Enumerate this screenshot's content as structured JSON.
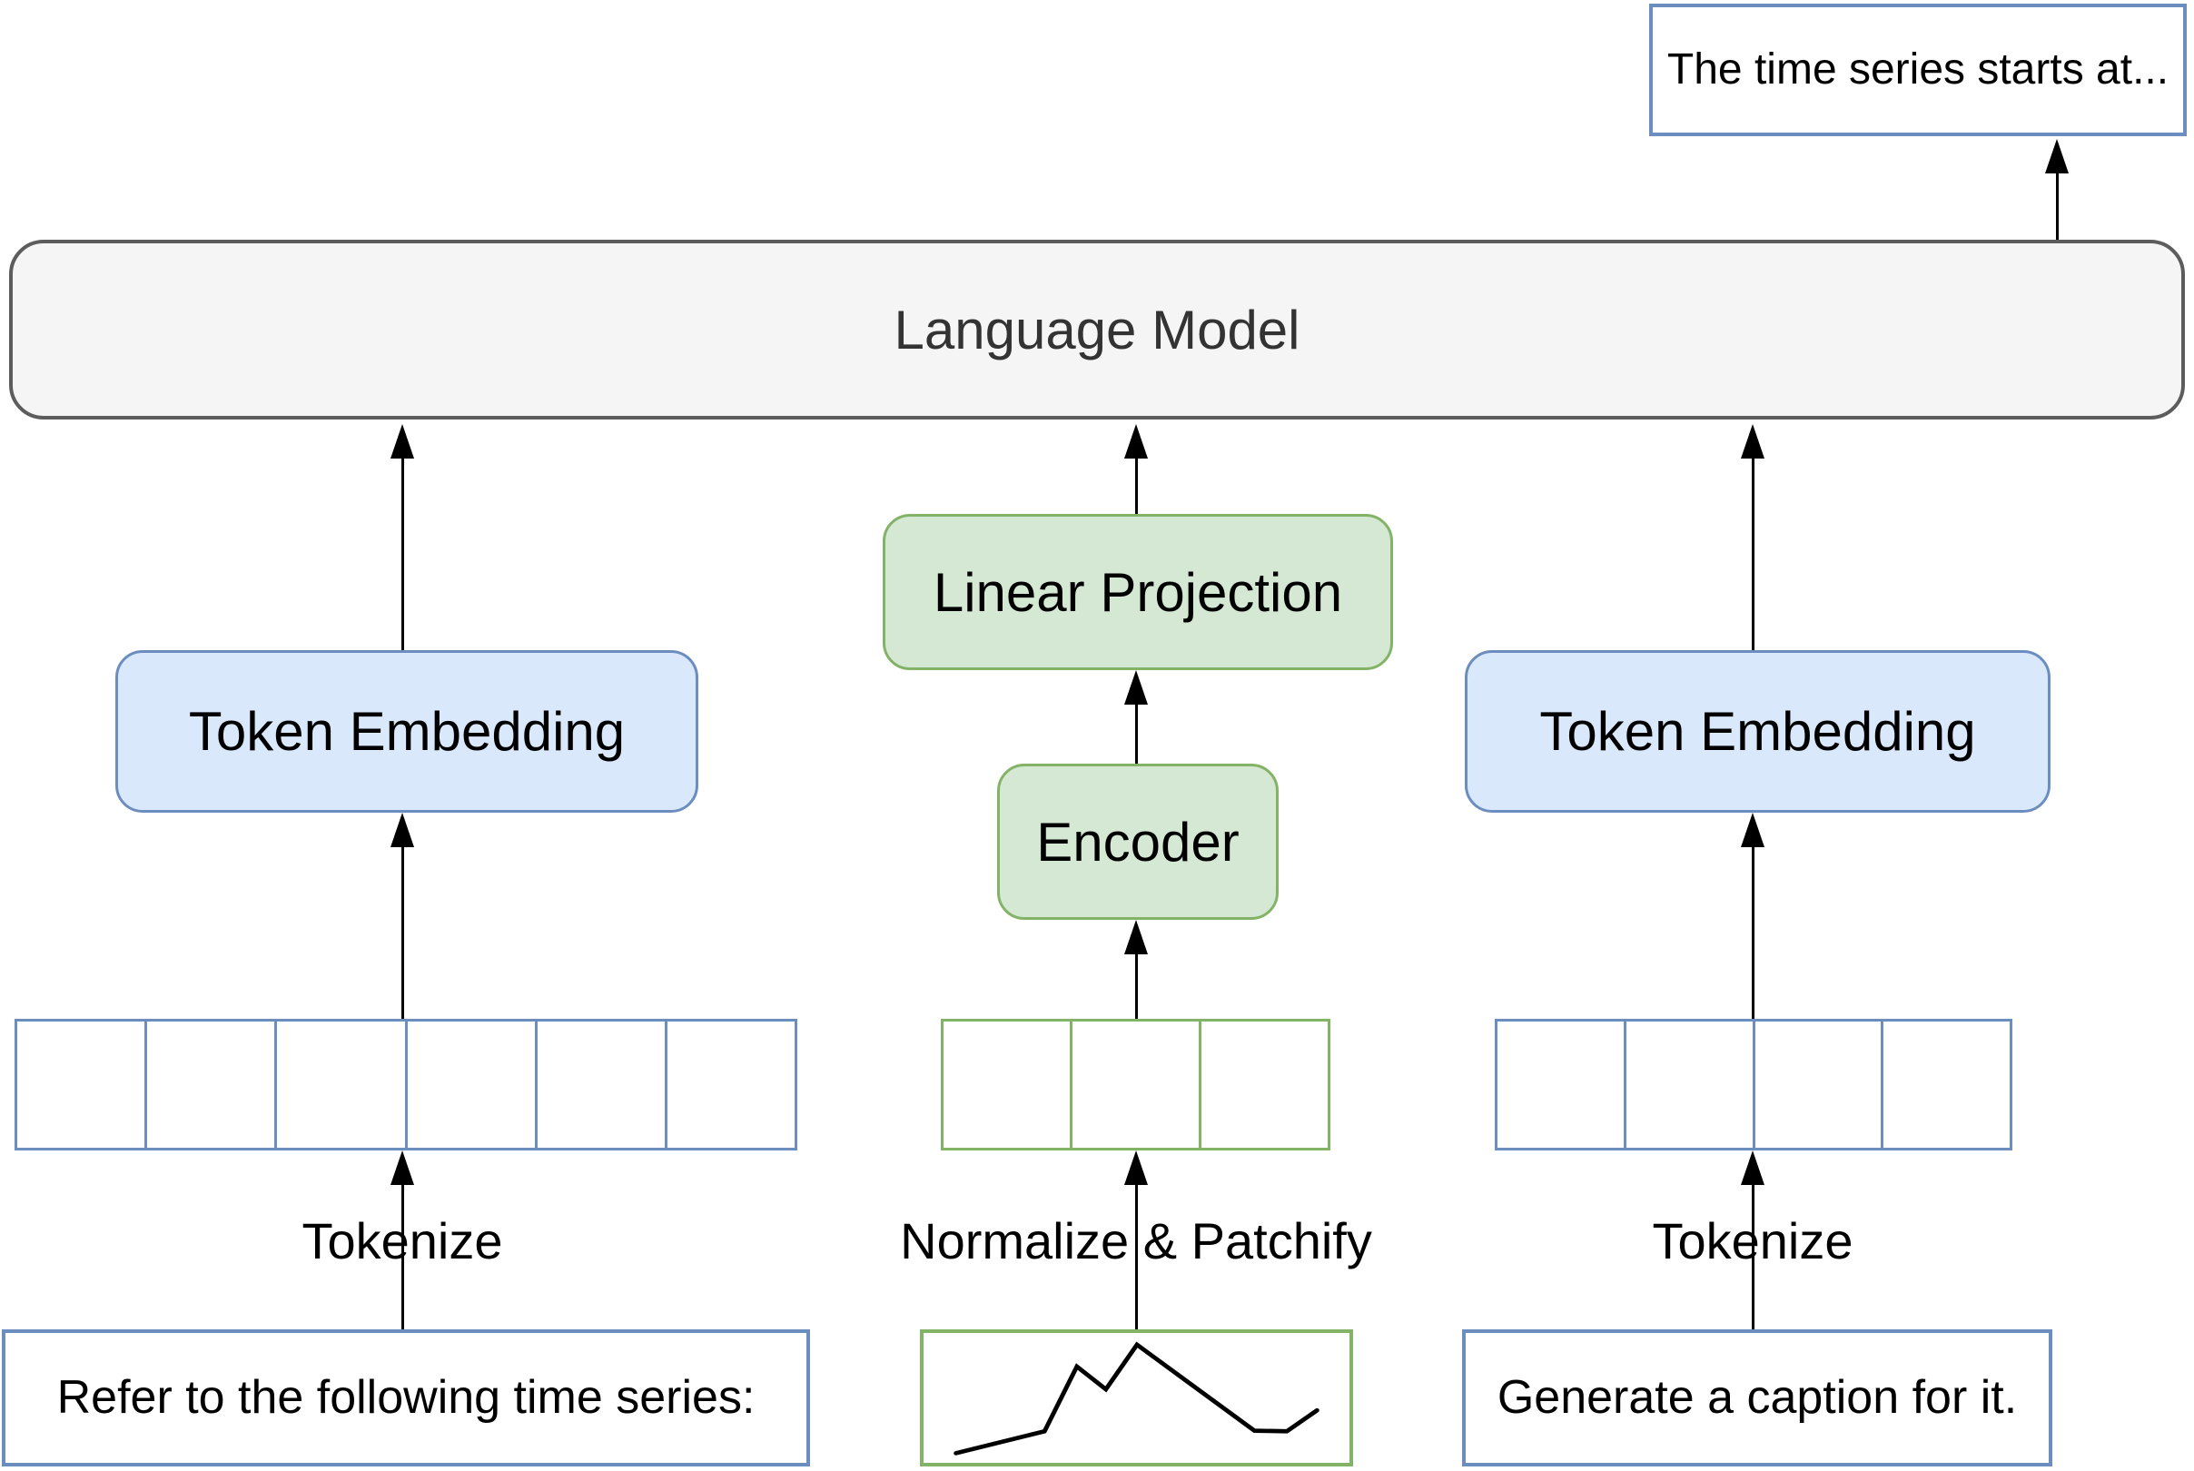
{
  "colors": {
    "blue_fill": "#dae8fc",
    "blue_border": "#6c8ebf",
    "green_fill": "#d5e8d4",
    "green_border": "#82b366",
    "gray_fill": "#f5f5f5",
    "gray_border": "#5c5c5c",
    "arrow": "#000000",
    "lm_text": "#333333"
  },
  "output_box": {
    "label": "The time series starts at..."
  },
  "language_model": {
    "label": "Language Model"
  },
  "left": {
    "embedding_label": "Token Embedding",
    "token_cells": 6,
    "op_label": "Tokenize",
    "input_text": "Refer to the following time series:"
  },
  "middle": {
    "projection_label": "Linear Projection",
    "encoder_label": "Encoder",
    "patch_cells": 3,
    "op_label": "Normalize & Patchify",
    "sparkline": {
      "type": "line",
      "points_norm": [
        [
          0.076,
          0.926
        ],
        [
          0.284,
          0.757
        ],
        [
          0.36,
          0.258
        ],
        [
          0.428,
          0.434
        ],
        [
          0.501,
          0.09
        ],
        [
          0.777,
          0.753
        ],
        [
          0.853,
          0.757
        ],
        [
          0.924,
          0.596
        ]
      ]
    }
  },
  "right": {
    "embedding_label": "Token Embedding",
    "token_cells": 4,
    "op_label": "Tokenize",
    "input_text": "Generate a caption for it."
  }
}
